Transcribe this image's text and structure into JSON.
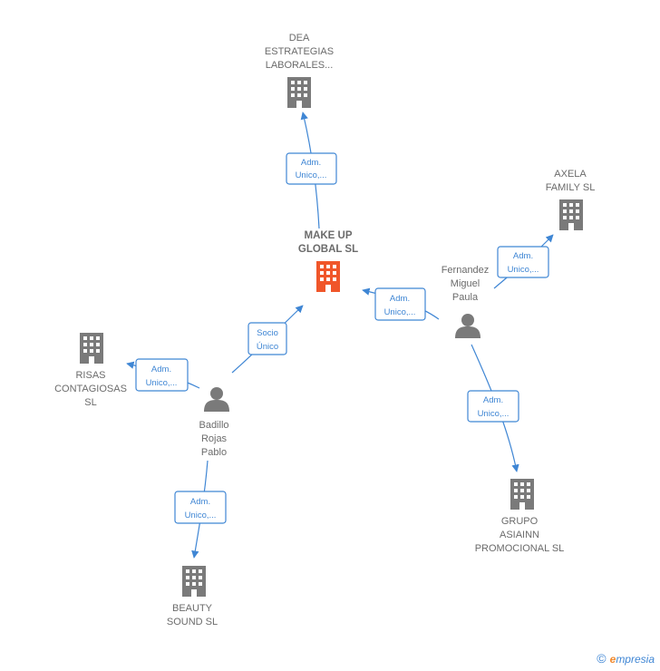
{
  "colors": {
    "edge": "#3f86d4",
    "company": "#7a7a7a",
    "main_company": "#f0562a",
    "person": "#7a7a7a",
    "label": "#6b6b6b"
  },
  "nodes": {
    "make_up": {
      "lines": [
        "MAKE UP",
        "GLOBAL  SL"
      ],
      "kind": "main-company",
      "icon": "building-icon"
    },
    "dea": {
      "lines": [
        "DEA",
        "ESTRATEGIAS",
        "LABORALES..."
      ],
      "kind": "company",
      "icon": "building-icon"
    },
    "axela": {
      "lines": [
        "AXELA",
        "FAMILY  SL"
      ],
      "kind": "company",
      "icon": "building-icon"
    },
    "risas": {
      "lines": [
        "RISAS",
        "CONTAGIOSAS",
        "SL"
      ],
      "kind": "company",
      "icon": "building-icon"
    },
    "grupo": {
      "lines": [
        "GRUPO",
        "ASIAINN",
        "PROMOCIONAL SL"
      ],
      "kind": "company",
      "icon": "building-icon"
    },
    "beauty": {
      "lines": [
        "BEAUTY",
        "SOUND  SL"
      ],
      "kind": "company",
      "icon": "building-icon"
    },
    "fernandez": {
      "lines": [
        "Fernandez",
        "Miguel",
        "Paula"
      ],
      "kind": "person",
      "icon": "person-icon"
    },
    "badillo": {
      "lines": [
        "Badillo",
        "Rojas",
        "Pablo"
      ],
      "kind": "person",
      "icon": "person-icon"
    }
  },
  "edges": {
    "makeup_dea": {
      "lines": [
        "Adm.",
        "Unico,..."
      ]
    },
    "fernandez_makeup": {
      "lines": [
        "Adm.",
        "Unico,..."
      ]
    },
    "fernandez_axela": {
      "lines": [
        "Adm.",
        "Unico,..."
      ]
    },
    "fernandez_grupo": {
      "lines": [
        "Adm.",
        "Unico,..."
      ]
    },
    "badillo_makeup": {
      "lines": [
        "Socio",
        "Único"
      ]
    },
    "badillo_risas": {
      "lines": [
        "Adm.",
        "Unico,..."
      ]
    },
    "badillo_beauty": {
      "lines": [
        "Adm.",
        "Unico,..."
      ]
    }
  },
  "footer": {
    "copyright_symbol": "©",
    "brand_e": "e",
    "brand_rest": "mpresia"
  }
}
